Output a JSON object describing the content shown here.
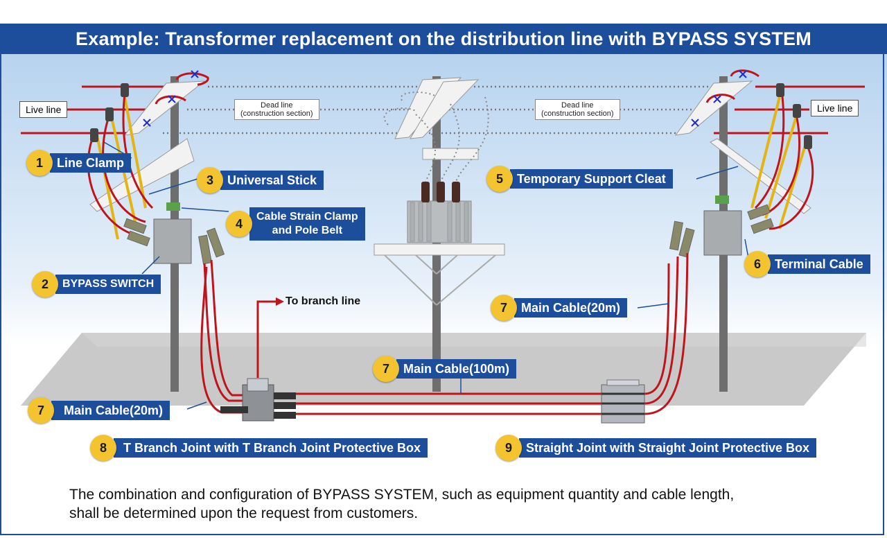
{
  "title": "Example: Transformer replacement on the distribution line with BYPASS SYSTEM",
  "live_line_left": "Live line",
  "live_line_right": "Live line",
  "dead_line_left": {
    "line1": "Dead line",
    "line2": "(construction section)"
  },
  "dead_line_right": {
    "line1": "Dead line",
    "line2": "(construction section)"
  },
  "to_branch_line": "To branch line",
  "callouts": {
    "c1": {
      "num": "1",
      "label": "Line Clamp"
    },
    "c2": {
      "num": "2",
      "label": "BYPASS SWITCH"
    },
    "c3": {
      "num": "3",
      "label": "Universal Stick"
    },
    "c4": {
      "num": "4",
      "label_line1": "Cable Strain Clamp",
      "label_line2": "and Pole Belt"
    },
    "c5": {
      "num": "5",
      "label": "Temporary Support Cleat"
    },
    "c6": {
      "num": "6",
      "label": "Terminal Cable"
    },
    "c7a": {
      "num": "7",
      "label": "Main Cable(20m)"
    },
    "c7b": {
      "num": "7",
      "label": "Main Cable(100m)"
    },
    "c7c": {
      "num": "7",
      "label": "Main Cable(20m)"
    },
    "c8": {
      "num": "8",
      "label": "T Branch Joint  with T Branch Joint Protective Box"
    },
    "c9": {
      "num": "9",
      "label": "Straight Joint with Straight Joint Protective Box"
    }
  },
  "footer": {
    "line1": "The combination and configuration of BYPASS SYSTEM, such as equipment quantity and cable length,",
    "line2": "shall be determined upon the request from customers."
  },
  "colors": {
    "title_bg": "#1c4e9c",
    "label_bg": "#1c4e9c",
    "badge": "#f4c430",
    "cable": "#c0141b",
    "live_line": "#c0141b"
  },
  "icons": [
    "x-mark-icon",
    "arrow-right-icon"
  ]
}
